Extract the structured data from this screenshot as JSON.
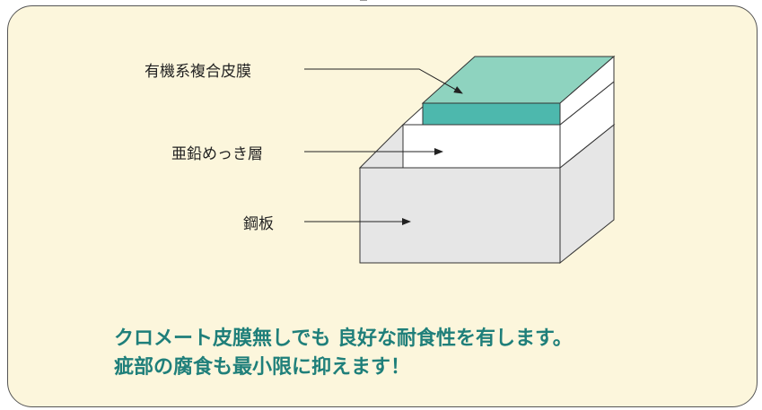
{
  "diagram": {
    "labels": {
      "coating": "有機系複合皮膜",
      "zinc": "亜鉛めっき層",
      "steel": "鋼板"
    },
    "layers": [
      {
        "key": "coating",
        "front_color": "#4db8ad",
        "top_color": "#8ed3bf"
      },
      {
        "key": "zinc",
        "front_color": "#ffffff",
        "top_color": "#ffffff"
      },
      {
        "key": "steel",
        "front_color": "#e6e6e6",
        "top_color": "#e6e6e6"
      }
    ]
  },
  "caption": {
    "line1": "クロメート皮膜無しでも 良好な耐食性を有します。",
    "line2": "疵部の腐食も最小限に抑えます！"
  }
}
